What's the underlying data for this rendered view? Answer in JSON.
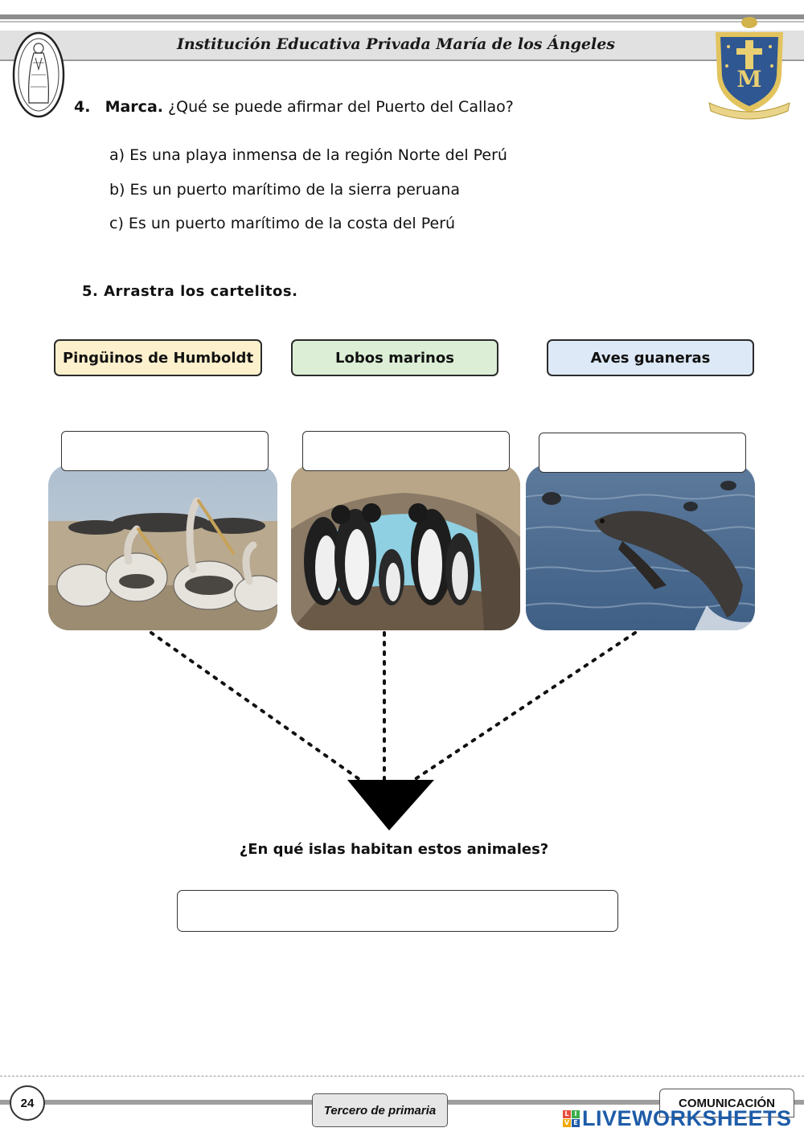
{
  "header": {
    "school_name": "Institución Educativa Privada María de los Ángeles"
  },
  "question4": {
    "number": "4.",
    "keyword": "Marca.",
    "prompt": "¿Qué se puede afirmar del Puerto del Callao?",
    "options": [
      {
        "letter": "a)",
        "text": "Es una playa inmensa de la región Norte del Perú"
      },
      {
        "letter": "b)",
        "text": "Es un puerto marítimo de la sierra peruana"
      },
      {
        "letter": "c)",
        "text": "Es un puerto marítimo de la costa del Perú"
      }
    ]
  },
  "question5": {
    "title": "5. Arrastra los cartelitos.",
    "labels": [
      "Pingüinos de Humboldt",
      "Lobos marinos",
      "Aves guaneras"
    ],
    "photos": [
      {
        "icon": "pelicans-photo-icon"
      },
      {
        "icon": "penguins-photo-icon"
      },
      {
        "icon": "sea-lion-photo-icon"
      }
    ],
    "follow_up": "¿En qué islas habitan estos animales?"
  },
  "footer": {
    "page_number": "24",
    "grade": "Tercero de primaria",
    "subject": "COMUNICACIÓN",
    "brand": "LIVEWORKSHEETS"
  },
  "colors": {
    "label1_bg": "#fdf0cd",
    "label2_bg": "#dcefd6",
    "label3_bg": "#dde9f6",
    "brand_blue": "#1e5ca8"
  }
}
